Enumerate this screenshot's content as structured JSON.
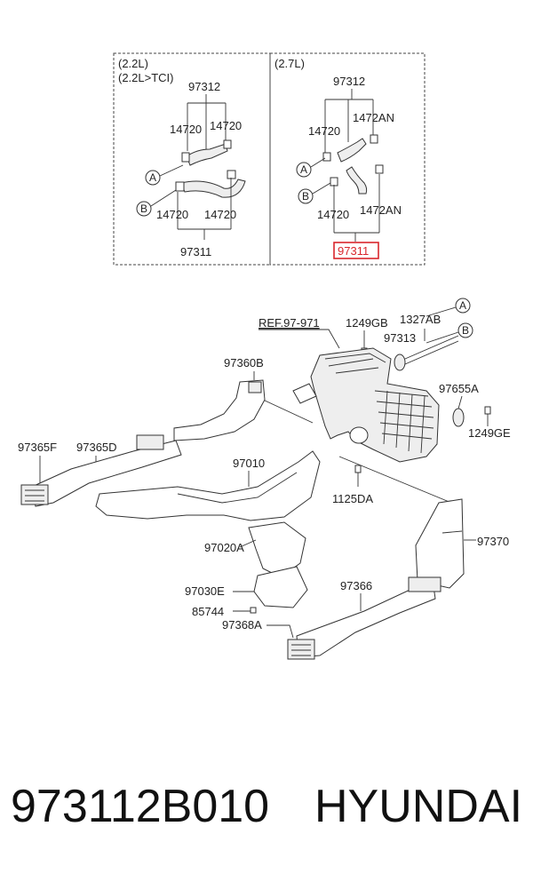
{
  "diagram": {
    "box_left": {
      "variant1": "(2.2L)",
      "variant2": "(2.2L>TCI)",
      "part_top": "97312",
      "clip_tl": "14720",
      "clip_tr": "14720",
      "marker_a": "A",
      "marker_b": "B",
      "clip_bl": "14720",
      "clip_br": "14720",
      "part_bottom": "97311"
    },
    "box_right": {
      "variant": "(2.7L)",
      "part_top": "97312",
      "clip_tl": "14720",
      "clip_tr": "1472AN",
      "marker_a": "A",
      "marker_b": "B",
      "clip_bl": "14720",
      "clip_br": "1472AN",
      "part_bottom_highlight": "97311"
    },
    "labels": {
      "ref": "REF.97-971",
      "p1249gb": "1249GB",
      "p1327ab": "1327AB",
      "p97313": "97313",
      "marker_a": "A",
      "marker_b": "B",
      "p97360b": "97360B",
      "p97655a": "97655A",
      "p1249ge": "1249GE",
      "p97365f": "97365F",
      "p97365d": "97365D",
      "p97010": "97010",
      "p1125da": "1125DA",
      "p97020a": "97020A",
      "p97370": "97370",
      "p97030e": "97030E",
      "p97366": "97366",
      "p85744": "85744",
      "p97368a": "97368A"
    },
    "highlight_color": "#d9262c"
  },
  "caption": {
    "part_number": "973112B010",
    "brand": "HYUNDAI"
  }
}
